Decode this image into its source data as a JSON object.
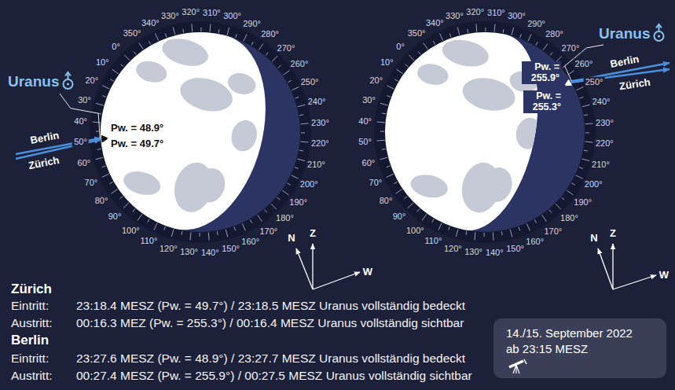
{
  "diagram": {
    "nodes": [
      {
        "text": [
          "14./15. September 2022",
          "ab 23:15 MESZ"
        ]
      }
    ],
    "labels": [
      "0°",
      "10°",
      "20°",
      "30°",
      "40°",
      "50°",
      "60°",
      "70°",
      "80°",
      "90°",
      "100°",
      "110°",
      "120°",
      "130°",
      "140°",
      "150°",
      "160°",
      "170°",
      "180°",
      "190°",
      "200°",
      "210°",
      "220°",
      "230°",
      "240°",
      "250°",
      "260°",
      "270°",
      "280°",
      "290°",
      "300°",
      "310°",
      "320°",
      "330°",
      "340°",
      "350°",
      "0°",
      "10°",
      "20°",
      "30°",
      "40°",
      "50°",
      "60°",
      "70°",
      "80°",
      "90°",
      "100°",
      "110°",
      "120°",
      "130°",
      "140°",
      "150°",
      "160°",
      "170°",
      "180°",
      "190°",
      "200°",
      "210°",
      "220°",
      "230°",
      "240°",
      "250°",
      "260°",
      "270°",
      "280°",
      "290°",
      "300°",
      "310°",
      "320°",
      "330°",
      "340°",
      "350°",
      "Uranus",
      "Berlin",
      "Zürich",
      "Pw. = 48.9°",
      "Pw. = 49.7°",
      "Uranus",
      "Pw. = 255.9°",
      "Pw. = 255.3°",
      "Berlin",
      "Zürich",
      "N",
      "Z",
      "W",
      "N",
      "Z",
      "W",
      "Zürich",
      "Eintritt:",
      "23:18.4 MESZ (Pw. = 49.7°) / 23:18.5 MESZ Uranus vollständig bedeckt",
      "Austritt:",
      "00:16.3 MEZ (Pw. = 255.3°) / 00:16.4 MESZ Uranus vollständig sichtbar",
      "Berlin",
      "Eintritt:",
      "23:27.6 MESZ (Pw. = 48.9°) / 23:27.7 MESZ Uranus vollständig bedeckt",
      "Austritt:",
      "00:27.4 MESZ (Pw. = 255.9°) / 00:27.5 MESZ Uranus vollständig sichtbar"
    ]
  }
}
